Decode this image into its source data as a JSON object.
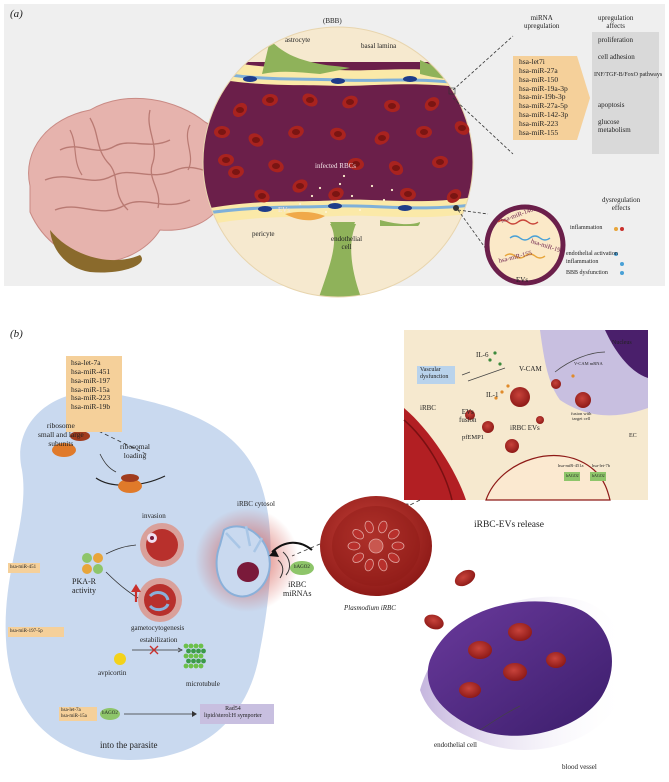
{
  "panel_a": {
    "label": "(a)",
    "bbb": "(BBB)",
    "astrocyte": "astrocyte",
    "basal_lamina": "basal lamina",
    "infected_rbcs": "infected RBCs",
    "evs": "EVs",
    "pericyte": "pericyte",
    "endothelial_cell": [
      "endothelial",
      "cell"
    ],
    "mirna_header": [
      "miRNA",
      "upregulation"
    ],
    "mirna_list": [
      "hsa-let7i",
      "hsa-miR-27a",
      "hsa-miR-150",
      "hsa-miR-19a-3p",
      "hsa-mir-19b-3p",
      "hsa-miR-27a-5p",
      "hsa-miR-142-3p",
      "hsa-miR-223",
      "hsa-miR-155"
    ],
    "effects_header": [
      "upregulation",
      "affects"
    ],
    "effects_list": [
      "proliferation",
      "cell adhesion",
      "INF/TGF-B/FoxO pathways",
      "apoptosis",
      "glucose metabolism"
    ],
    "ev_mirnas": [
      "hsa-miR-146a",
      "hsa-miR-193",
      "hsa-miR-155"
    ],
    "ev_label": "EVs",
    "dysreg_header": [
      "dysregulation",
      "effects"
    ],
    "dysreg_list": [
      "inflammation",
      "endothelial activation",
      "inflammation",
      "BBB dysfunction"
    ]
  },
  "panel_b": {
    "label": "(b)",
    "mirna_list": [
      "hsa-let-7a",
      "hsa-miR-451",
      "hsa-miR-197",
      "hsa-miR-15a",
      "hsa-miR-223",
      "hsa-miR-19b"
    ],
    "ribosome_label": [
      "ribosome",
      "small and large",
      "subunits"
    ],
    "ribosomal_loading": [
      "ribosomal",
      "loading"
    ],
    "invasion": "invasion",
    "gametocytogenesis": "gametocytogenesis",
    "mir451": "hsa-miR-451",
    "pkar": [
      "PKA-R",
      "activity"
    ],
    "mir197": "hsa-miR-197-5p",
    "estabilization": "estabilization",
    "avpicortin": "avpicortin",
    "microtubule": "microtubule",
    "letmir": [
      "hsa-let-7a",
      "hsa-miR-15a"
    ],
    "hago2": "hAGO2",
    "rad54": [
      "Rad54",
      "lipid/sterol:H symporter"
    ],
    "into_parasite": "into the parasite",
    "irbc_cytosol": "iRBC cytosol",
    "irbc_mirnas": [
      "iRBC",
      "miRNAs"
    ],
    "plasmodium": "Plasmodium iRBC",
    "release": "iRBC-EVs release",
    "endothelial_cell": "endothelial cell",
    "blood_vessel": "blood vessel",
    "inset": {
      "il6": "IL-6",
      "vascular": [
        "Vascular",
        "dysfunction"
      ],
      "vcam": "V-CAM",
      "vcam_mrna": "V-CAM mRNA",
      "nucleus": "Nucleus",
      "il1": "IL-1",
      "irbc": "iRBC",
      "evs_fusion": [
        "EVs",
        "fusion"
      ],
      "irbc_evs": "iRBC EVs",
      "fusion_target": [
        "fusion with",
        "target cell"
      ],
      "ec": "EC",
      "pfemp1": "pfEMP1",
      "mir451a": "hsa-miR-451a",
      "let7b": "hsa-let-7b",
      "hago2": "hAGO2"
    }
  },
  "colors": {
    "beige": "#f6e9cf",
    "purple": "#6b1f4a",
    "rbc": "#a9231f",
    "orange_box": "#f5d09a",
    "grey_box": "#d9d9d9",
    "blue_blob": "#c9d9ef",
    "lavender": "#c8bfe0"
  }
}
